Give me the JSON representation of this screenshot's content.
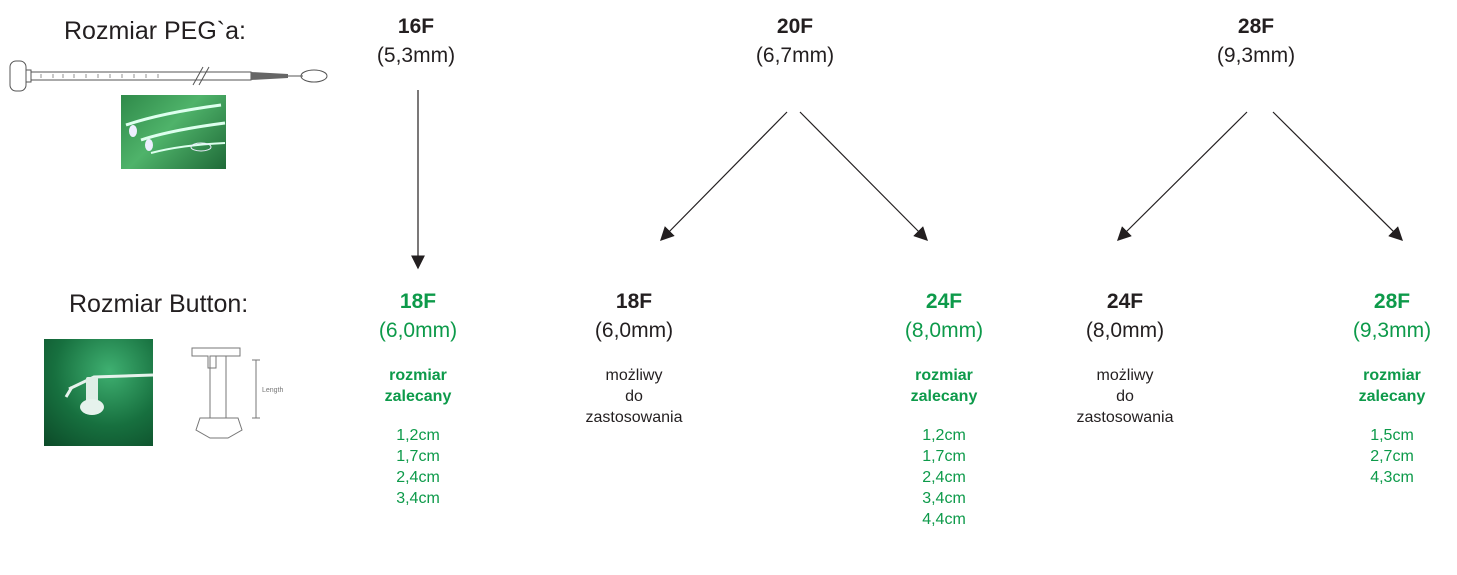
{
  "labels": {
    "peg": "Rozmiar PEG`a:",
    "button": "Rozmiar Button:"
  },
  "peg_sizes": [
    {
      "size": "16F",
      "mm": "(5,3mm)"
    },
    {
      "size": "20F",
      "mm": "(6,7mm)"
    },
    {
      "size": "28F",
      "mm": "(9,3mm)"
    }
  ],
  "button_options": [
    {
      "size": "18F",
      "mm": "(6,0mm)",
      "note": "rozmiar\nzalecany",
      "status": "recommended",
      "lengths": [
        "1,2cm",
        "1,7cm",
        "2,4cm",
        "3,4cm"
      ]
    },
    {
      "size": "18F",
      "mm": "(6,0mm)",
      "note": "możliwy\ndo\nzastosowania",
      "status": "possible",
      "lengths": []
    },
    {
      "size": "24F",
      "mm": "(8,0mm)",
      "note": "rozmiar\nzalecany",
      "status": "recommended",
      "lengths": [
        "1,2cm",
        "1,7cm",
        "2,4cm",
        "3,4cm",
        "4,4cm"
      ]
    },
    {
      "size": "24F",
      "mm": "(8,0mm)",
      "note": "możliwy\ndo\nzastosowania",
      "status": "possible",
      "lengths": []
    },
    {
      "size": "28F",
      "mm": "(9,3mm)",
      "note": "rozmiar\nzalecany",
      "status": "recommended",
      "lengths": [
        "1,5cm",
        "2,7cm",
        "4,3cm"
      ]
    }
  ],
  "button_diagram_text": "Length",
  "colors": {
    "recommended": "#0d9a4a",
    "text": "#231f20",
    "arrow": "#231f20"
  }
}
